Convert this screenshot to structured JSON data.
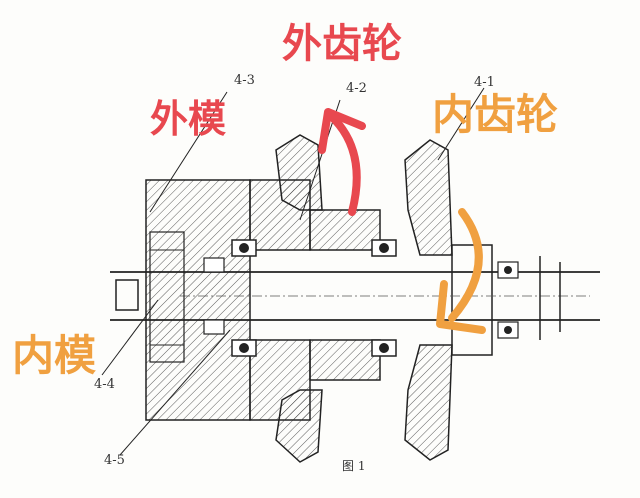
{
  "annotations": {
    "outer_gear": "外齿轮",
    "outer_mold": "外模",
    "inner_gear": "内齿轮",
    "inner_mold": "内模"
  },
  "part_labels": {
    "p4_1": "4-1",
    "p4_2": "4-2",
    "p4_3": "4-3",
    "p4_4": "4-4",
    "p4_5": "4-5"
  },
  "figure_caption": "图 1",
  "colors": {
    "red_annotation": "#e8484f",
    "orange_annotation": "#f0a040",
    "line": "#222222"
  }
}
